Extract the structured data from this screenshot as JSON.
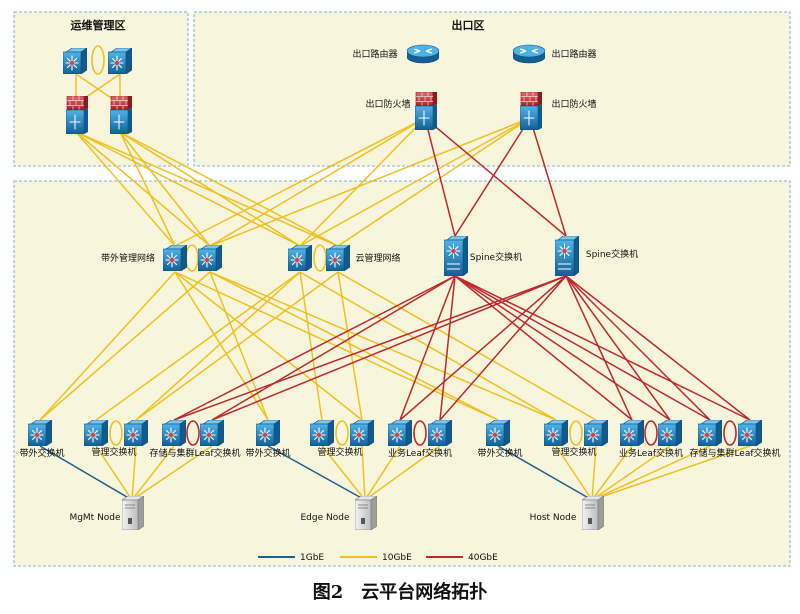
{
  "zones": {
    "ops": "运维管理区",
    "egress": "出口区"
  },
  "labels": {
    "router_left": "出口路由器",
    "router_right": "出口路由器",
    "firewall_left": "出口防火墙",
    "firewall_right": "出口防火墙",
    "oob_mgmt_network": "带外管理网络",
    "cloud_mgmt_network": "云管理网络",
    "spine_left": "Spine交换机",
    "spine_right": "Spine交换机",
    "leaf": [
      "带外交换机",
      "管理交换机",
      "存储与集群Leaf交换机",
      "带外交换机",
      "管理交换机",
      "业务Leaf交换机",
      "带外交换机",
      "管理交换机",
      "业务Leaf交换机",
      "存储与集群Leaf交换机"
    ],
    "nodes": [
      "MgMt Node",
      "Edge Node",
      "Host Node"
    ]
  },
  "legend": [
    {
      "label": "1GbE",
      "color": "#1f5f8b"
    },
    {
      "label": "10GbE",
      "color": "#f2c01e"
    },
    {
      "label": "40GbE",
      "color": "#c0282d"
    }
  ],
  "colors": {
    "link_1g": "#1f5f8b",
    "link_10g": "#f2c01e",
    "link_40g": "#c0282d",
    "zone_fill": "#f7f6dc",
    "zone_border": "#7fb3d5",
    "switch_blue": "#1e7fb8",
    "firewall_red": "#d9464b"
  },
  "caption": "图2　云平台网络拓扑"
}
